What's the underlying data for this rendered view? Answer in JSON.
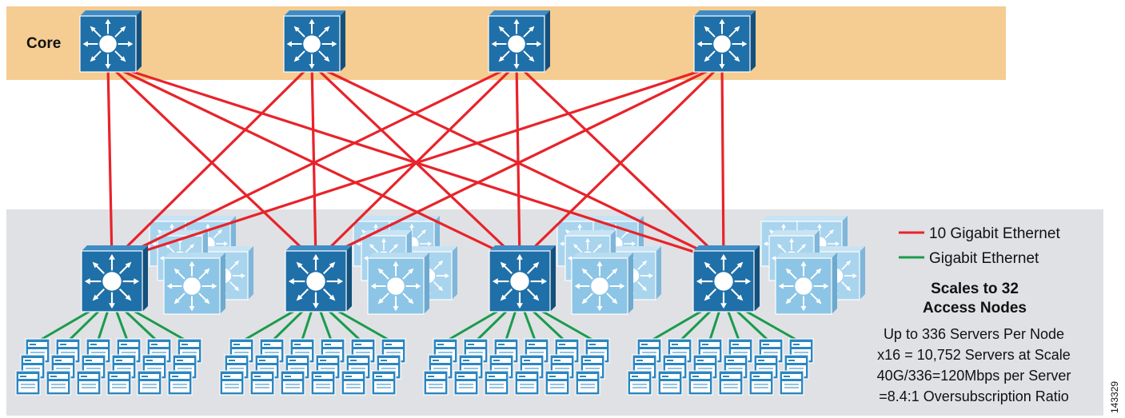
{
  "core": {
    "label": "Core"
  },
  "legend": {
    "ten_gig": {
      "label": "10 Gigabit Ethernet",
      "color": "#e8232a"
    },
    "gig": {
      "label": "Gigabit Ethernet",
      "color": "#1a9b4b"
    }
  },
  "scale": {
    "heading_line1": "Scales to 32",
    "heading_line2": "Access Nodes"
  },
  "stats": [
    "Up to 336 Servers Per Node",
    "x16 = 10,752 Servers at Scale",
    "40G/336=120Mbps per Server",
    "=8.4:1 Oversubscription Ratio"
  ],
  "figure_id": "143329",
  "colors": {
    "core_band": "#f5cc91",
    "access_band": "#dfe1e4",
    "switch_dark": "#1f6fa8",
    "switch_light": "#8cc5e6",
    "server": "#2b86c1"
  },
  "icons": {
    "switch": "multilayer-switch-icon",
    "server": "server-icon"
  }
}
